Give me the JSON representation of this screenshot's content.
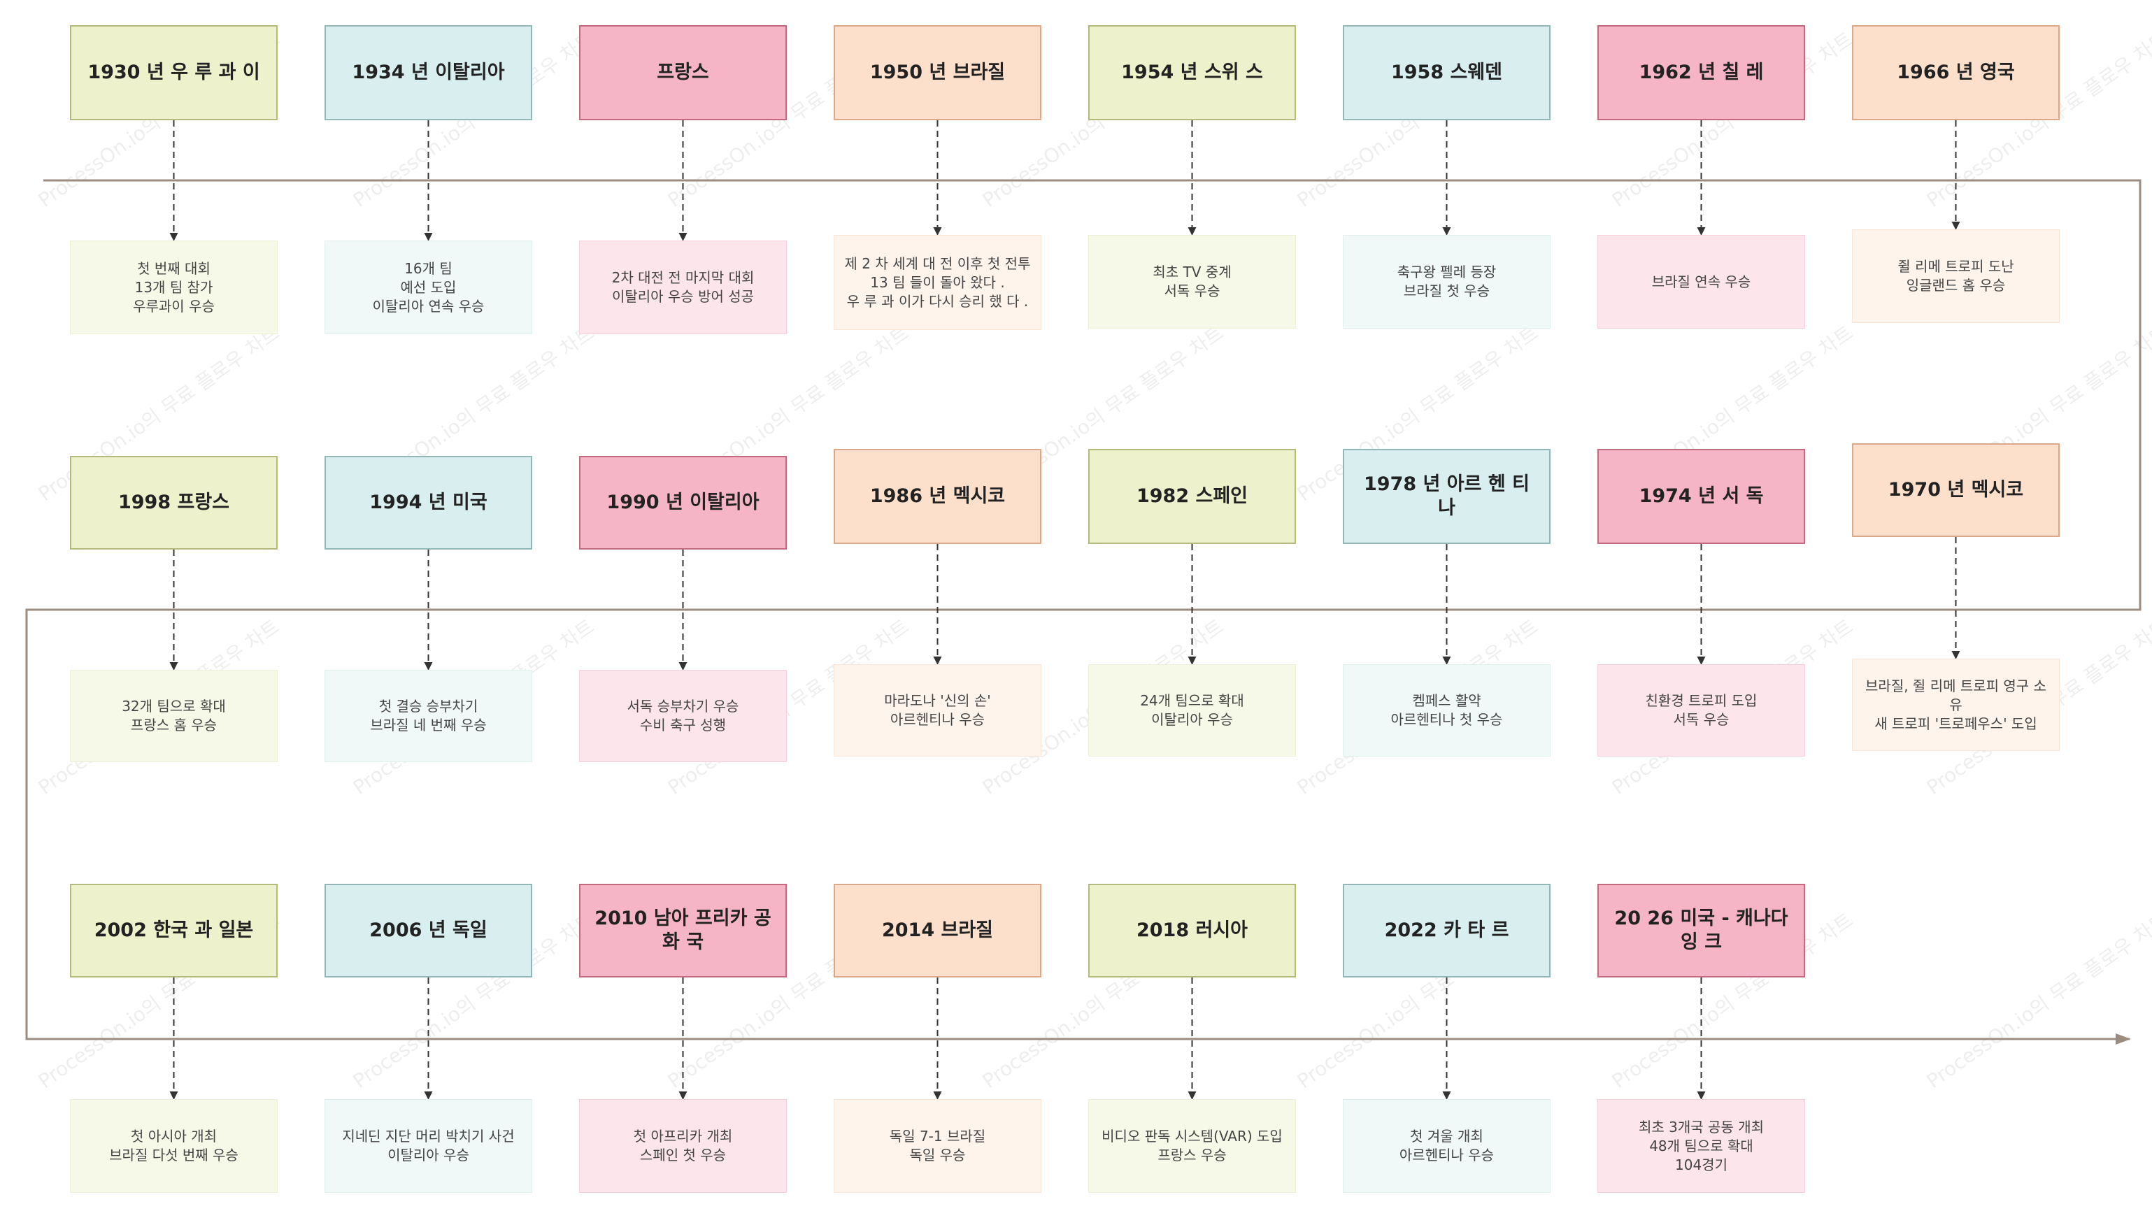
{
  "watermark": [
    "ProcessOn.io의 무료 플로우 차트"
  ],
  "events": [
    {
      "title": "1930 년 우 루 과 이",
      "desc": "첫 번째 대회\n13개 팀 참가\n우루과이 우승",
      "color": "green"
    },
    {
      "title": "1934 년 이탈리아",
      "desc": "16개 팀\n예선 도입\n이탈리아 연속 우승",
      "color": "blue"
    },
    {
      "title": "프랑스",
      "desc": "2차 대전 전 마지막 대회\n이탈리아 우승 방어 성공",
      "color": "pink"
    },
    {
      "title": "1950 년 브라질",
      "desc": "제 2 차 세계 대 전 이후 첫 전투\n13 팀 들이 돌아 왔다 .\n우 루 과 이가 다시 승리 했 다 .",
      "color": "peach"
    },
    {
      "title": "1954 년 스위 스",
      "desc": "최초 TV 중계\n서독 우승",
      "color": "green"
    },
    {
      "title": "1958 스웨덴",
      "desc": "축구왕 펠레 등장\n브라질 첫 우승",
      "color": "blue"
    },
    {
      "title": "1962 년 칠 레",
      "desc": "브라질 연속 우승",
      "color": "pink"
    },
    {
      "title": "1966 년 영국",
      "desc": "쥘 리메 트로피 도난\n잉글랜드 홈 우승",
      "color": "peach"
    },
    {
      "title": "1970 년 멕시코",
      "desc": "브라질, 쥘 리메 트로피 영구 소유\n새 트로피 '트로페우스' 도입",
      "color": "peach"
    },
    {
      "title": "1974 년 서 독",
      "desc": "친환경 트로피 도입\n서독 우승",
      "color": "pink"
    },
    {
      "title": "1978 년 아르 헨 티 나",
      "desc": "켐페스 활약\n아르헨티나 첫 우승",
      "color": "blue"
    },
    {
      "title": "1982 스페인",
      "desc": "24개 팀으로 확대\n이탈리아 우승",
      "color": "green"
    },
    {
      "title": "1986 년 멕시코",
      "desc": "마라도나 '신의 손'\n아르헨티나 우승",
      "color": "peach"
    },
    {
      "title": "1990 년 이탈리아",
      "desc": "서독 승부차기 우승\n수비 축구 성행",
      "color": "pink"
    },
    {
      "title": "1994 년 미국",
      "desc": "첫 결승 승부차기\n브라질 네 번째 우승",
      "color": "blue"
    },
    {
      "title": "1998 프랑스",
      "desc": "32개 팀으로 확대\n프랑스 홈 우승",
      "color": "green"
    },
    {
      "title": "2002 한국 과 일본",
      "desc": "첫 아시아 개최\n브라질 다섯 번째 우승",
      "color": "green"
    },
    {
      "title": "2006 년 독일",
      "desc": "지네딘 지단 머리 박치기 사건\n이탈리아 우승",
      "color": "blue"
    },
    {
      "title": "2010 남아 프리카 공화 국",
      "desc": "첫 아프리카 개최\n스페인 첫 우승",
      "color": "pink"
    },
    {
      "title": "2014 브라질",
      "desc": "독일 7-1 브라질\n독일 우승",
      "color": "peach"
    },
    {
      "title": "2018 러시아",
      "desc": "비디오 판독 시스템(VAR) 도입\n프랑스 우승",
      "color": "green"
    },
    {
      "title": "2022 카 타 르",
      "desc": "첫 겨울 개최\n아르헨티나 우승",
      "color": "blue"
    },
    {
      "title": "20 26 미국 - 캐나다 잉 크",
      "desc": "최초 3개국 공동 개최\n48개 팀으로 확대\n104경기",
      "color": "pink"
    }
  ]
}
